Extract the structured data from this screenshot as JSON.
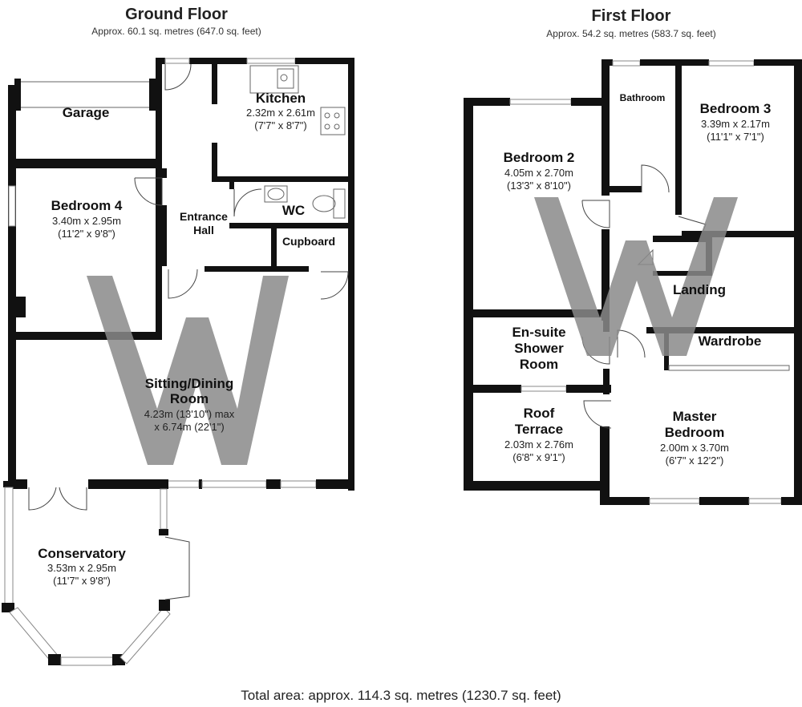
{
  "floors": {
    "ground": {
      "title": "Ground Floor",
      "area": "Approx. 60.1 sq. metres (647.0 sq. feet)"
    },
    "first": {
      "title": "First Floor",
      "area": "Approx. 54.2 sq. metres (583.7 sq. feet)"
    }
  },
  "rooms": {
    "garage": {
      "name": "Garage"
    },
    "kitchen": {
      "name": "Kitchen",
      "dim1": "2.32m x 2.61m",
      "dim2": "(7'7\" x 8'7\")"
    },
    "bedroom4": {
      "name": "Bedroom 4",
      "dim1": "3.40m x 2.95m",
      "dim2": "(11'2\" x 9'8\")"
    },
    "entrance": {
      "line1": "Entrance",
      "line2": "Hall"
    },
    "wc": {
      "name": "WC"
    },
    "cupboard": {
      "name": "Cupboard"
    },
    "sitting": {
      "line1": "Sitting/Dining",
      "line2": "Room",
      "dim1": "4.23m (13'10\") max",
      "dim2": "x 6.74m (22'1\")"
    },
    "conservatory": {
      "name": "Conservatory",
      "dim1": "3.53m x 2.95m",
      "dim2": "(11'7\" x 9'8\")"
    },
    "bathroom": {
      "name": "Bathroom"
    },
    "bedroom3": {
      "name": "Bedroom 3",
      "dim1": "3.39m x 2.17m",
      "dim2": "(11'1\" x 7'1\")"
    },
    "bedroom2": {
      "name": "Bedroom 2",
      "dim1": "4.05m x 2.70m",
      "dim2": "(13'3\" x 8'10\")"
    },
    "landing": {
      "name": "Landing"
    },
    "ensuite": {
      "line1": "En-suite",
      "line2": "Shower",
      "line3": "Room"
    },
    "wardrobe": {
      "name": "Wardrobe"
    },
    "terrace": {
      "line1": "Roof",
      "line2": "Terrace",
      "dim1": "2.03m x 2.76m",
      "dim2": "(6'8\" x 9'1\")"
    },
    "master": {
      "line1": "Master",
      "line2": "Bedroom",
      "dim1": "2.00m x 3.70m",
      "dim2": "(6'7\" x 12'2\")"
    }
  },
  "total_area": "Total area: approx. 114.3 sq. metres (1230.7 sq. feet)"
}
